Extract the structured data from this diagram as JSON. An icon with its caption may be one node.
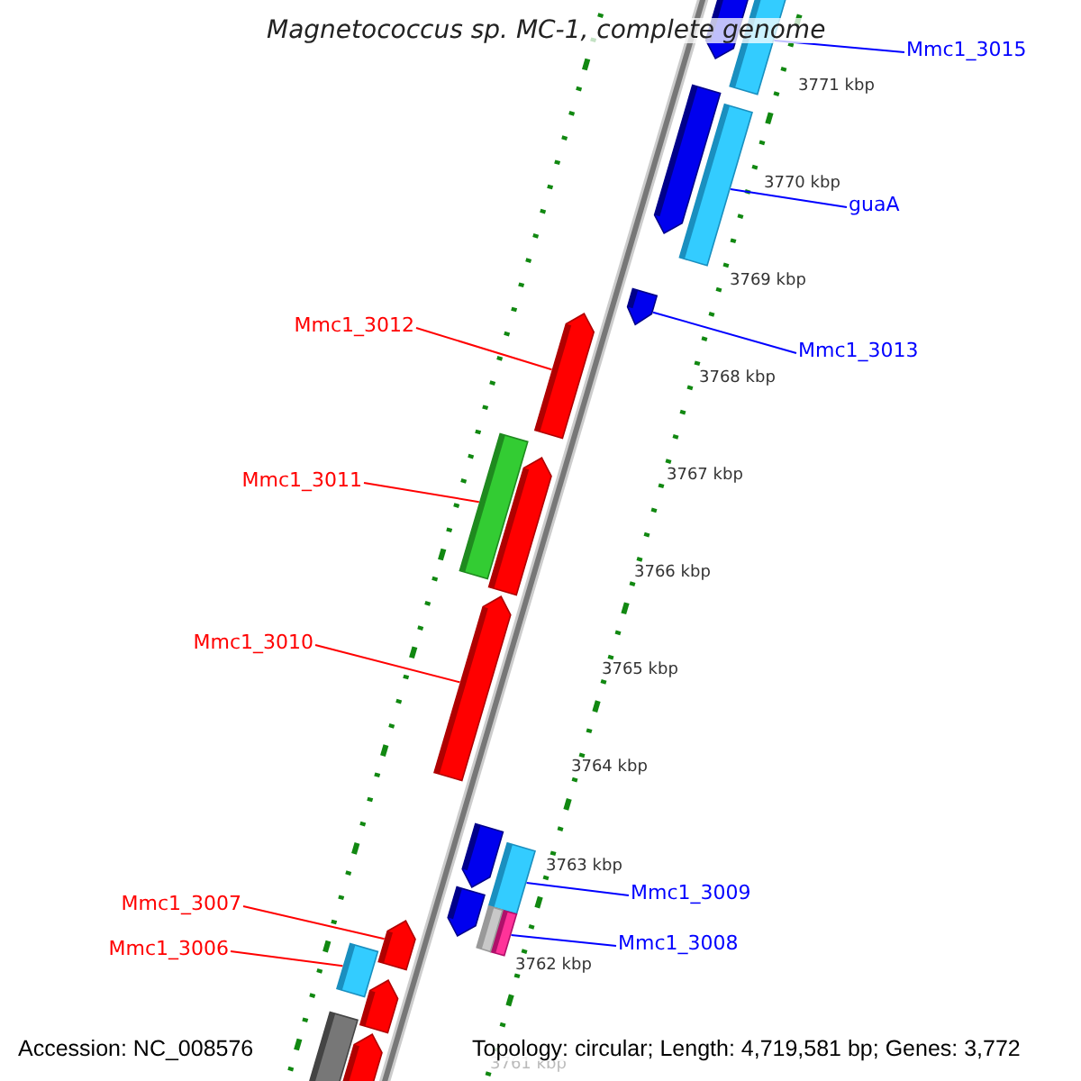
{
  "diagram": {
    "title": "Magnetococcus sp. MC-1, complete genome",
    "nodes": [
      {
        "text": [
          "Mmc1_3015"
        ]
      },
      {
        "text": [],
        "shape": "bar"
      },
      {
        "text": [
          "guaA"
        ]
      },
      {
        "text": [],
        "shape": "bar"
      },
      {
        "text": [
          "Mmc1_3013"
        ]
      },
      {
        "text": [],
        "shape": "arrow"
      },
      {
        "text": [
          "Mmc1_3012"
        ]
      },
      {
        "text": [],
        "shape": "arrow"
      },
      {
        "text": [
          "Mmc1_3011"
        ]
      },
      {
        "text": [],
        "shape": "bar"
      },
      {
        "text": [
          "Mmc1_3010"
        ]
      },
      {
        "text": [],
        "shape": "arrow"
      },
      {
        "text": [
          "Mmc1_3009"
        ]
      },
      {
        "text": [],
        "shape": "bar"
      },
      {
        "text": [
          "Mmc1_3008"
        ]
      },
      {
        "text": [],
        "shape": "bar"
      },
      {
        "text": [
          "Mmc1_3007"
        ]
      },
      {
        "text": [],
        "shape": "arrow"
      },
      {
        "text": [
          "Mmc1_3006"
        ]
      },
      {
        "text": [],
        "shape": "bar"
      },
      {
        "text": [],
        "shape": "arrow"
      },
      {
        "text": [],
        "shape": "arrow"
      },
      {
        "text": [],
        "shape": "arrow"
      },
      {
        "text": [],
        "shape": "arrow"
      },
      {
        "text": [],
        "shape": "arrow"
      },
      {
        "text": [],
        "shape": "bar"
      },
      {
        "text": [],
        "shape": "arrow"
      },
      {
        "text": [],
        "shape": "bar"
      },
      {
        "text": [],
        "shape": "arrow"
      }
    ],
    "edges": [
      {
        "from": 0,
        "to": 1,
        "arrow": "none"
      },
      {
        "from": 2,
        "to": 3,
        "arrow": "none"
      },
      {
        "from": 4,
        "to": 5,
        "arrow": "none"
      },
      {
        "from": 6,
        "to": 7,
        "arrow": "none",
        "color": "#ff0000"
      },
      {
        "from": 8,
        "to": 9,
        "arrow": "none",
        "color": "#ff0000"
      },
      {
        "from": 10,
        "to": 11,
        "arrow": "none",
        "color": "#ff0000"
      },
      {
        "from": 12,
        "to": 13,
        "arrow": "none"
      },
      {
        "from": 14,
        "to": 15,
        "arrow": "none"
      },
      {
        "from": 16,
        "to": 17,
        "arrow": "none",
        "color": "#ff0000"
      },
      {
        "from": 18,
        "to": 19,
        "arrow": "none",
        "color": "#ff0000"
      }
    ],
    "labels": [
      "3771 kbp",
      "3770 kbp",
      "3769 kbp",
      "3768 kbp",
      "3767 kbp",
      "3766 kbp",
      "3765 kbp",
      "3764 kbp",
      "3763 kbp",
      "3762 kbp",
      "3761 kbp",
      "Accession: NC_008576",
      "Topology: circular; Length: 4,719,581 bp; Genes: 3,772"
    ]
  }
}
